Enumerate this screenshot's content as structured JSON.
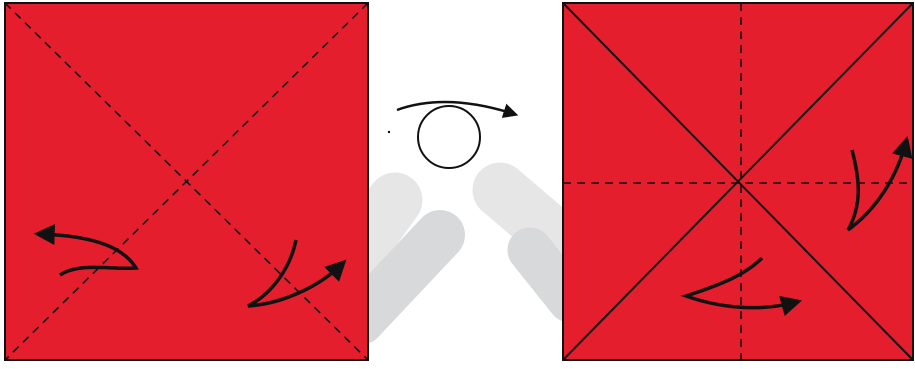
{
  "diagram": {
    "paper_color": "#e41e2d",
    "line_color": "#111111",
    "step1": {
      "panel": "square-paper-diagonal-valley-folds",
      "fold_lines": [
        {
          "name": "diagonal-fold-line-1",
          "style": "dashed"
        },
        {
          "name": "diagonal-fold-line-2",
          "style": "dashed"
        }
      ],
      "arrows": [
        "fold-arrow-left",
        "fold-arrow-right"
      ]
    },
    "transition": {
      "symbol": "turn-over-icon",
      "arrow_direction": "right"
    },
    "step2": {
      "panel": "square-paper-creased-diagonals-with-book-folds",
      "crease_lines": [
        {
          "name": "diagonal-crease-line-1",
          "style": "solid"
        },
        {
          "name": "diagonal-crease-line-2",
          "style": "solid"
        }
      ],
      "fold_lines": [
        {
          "name": "vertical-fold-line",
          "style": "dashed"
        },
        {
          "name": "horizontal-fold-line",
          "style": "dashed"
        }
      ],
      "arrows": [
        "fold-arrow-up-right",
        "fold-arrow-bottom"
      ]
    }
  }
}
